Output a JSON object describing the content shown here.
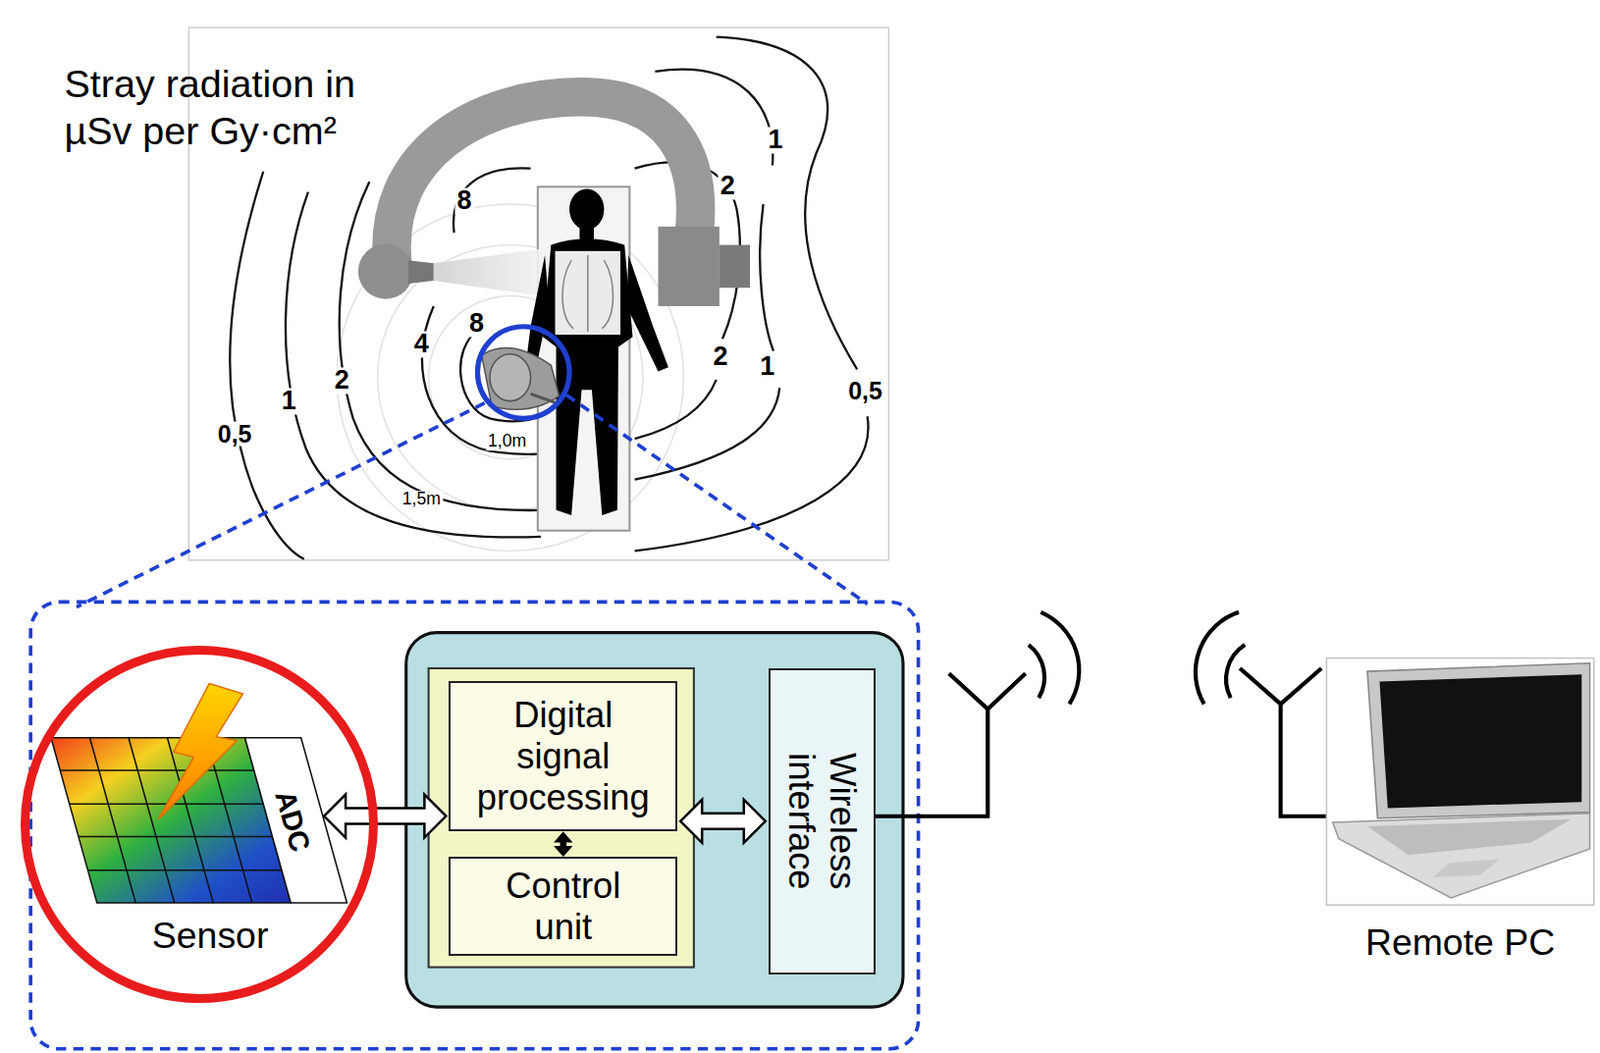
{
  "diagram": {
    "title": "Stray radiation in µSv per Gy·cm²",
    "nodes": [
      {
        "text": [
          "Sensor"
        ]
      },
      {
        "text": [
          "ADC"
        ],
        "in": 0
      },
      {
        "text": [
          "Digital signal processing"
        ]
      },
      {
        "text": [
          "Control unit"
        ]
      },
      {
        "text": [
          "Wireless interface"
        ]
      },
      {
        "text": [
          "Remote PC"
        ]
      }
    ],
    "edges": [
      {
        "from": 1,
        "to": 2,
        "arrow": "both"
      },
      {
        "from": 2,
        "to": 3,
        "arrow": "both"
      },
      {
        "from": 2,
        "to": 4,
        "arrow": "both"
      }
    ],
    "labels": [
      "8",
      "1",
      "2",
      "8",
      "4",
      "2",
      "1",
      "0,5",
      "2",
      "1",
      "0,5",
      "1,0m",
      "1,5m"
    ]
  }
}
